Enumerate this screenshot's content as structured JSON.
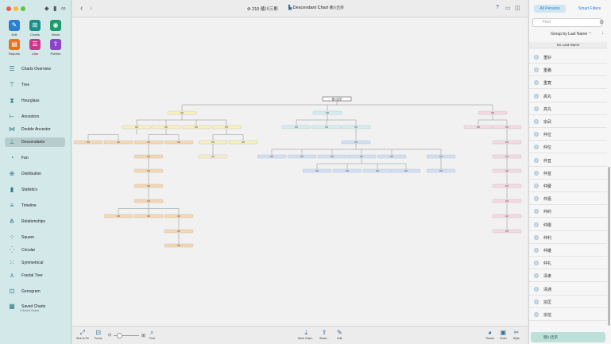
{
  "sidebar": {
    "tools": [
      {
        "label": "Edit",
        "icon": "pencil-icon",
        "color": "#2a7fd0"
      },
      {
        "label": "Charts",
        "icon": "charts-icon",
        "color": "#1d8f8a"
      },
      {
        "label": "Views",
        "icon": "views-icon",
        "color": "#1d9a6e"
      },
      {
        "label": "Reports",
        "icon": "reports-icon",
        "color": "#e6741e"
      },
      {
        "label": "Lists",
        "icon": "lists-icon",
        "color": "#c13d8b"
      },
      {
        "label": "Publish",
        "icon": "publish-icon",
        "color": "#8a45c9"
      }
    ],
    "nav": [
      {
        "label": "Charts Overview",
        "icon": "list-icon"
      },
      {
        "label": "Tree",
        "icon": "tree-icon"
      },
      {
        "label": "Hourglass",
        "icon": "hourglass-icon"
      },
      {
        "label": "Ancestors",
        "icon": "ancestors-icon"
      },
      {
        "label": "Double Ancestor",
        "icon": "double-ancestor-icon"
      },
      {
        "label": "Descendants",
        "icon": "descendants-icon"
      },
      {
        "label": "Fan",
        "icon": "fan-icon"
      },
      {
        "label": "Distribution",
        "icon": "distribution-icon"
      },
      {
        "label": "Statistics",
        "icon": "statistics-icon"
      },
      {
        "label": "Timeline",
        "icon": "timeline-icon"
      },
      {
        "label": "Relationships",
        "icon": "relationships-icon"
      },
      {
        "label": "Square",
        "icon": "square-icon"
      },
      {
        "label": "Circular",
        "icon": "circular-icon"
      },
      {
        "label": "Symmetrical",
        "icon": "symmetrical-icon"
      },
      {
        "label": "Fractal Tree",
        "icon": "fractal-tree-icon"
      },
      {
        "label": "Genogram",
        "icon": "genogram-icon"
      },
      {
        "label": "Saved Charts",
        "icon": "saved-charts-icon"
      }
    ],
    "saved_sub": "0 Saved Charts"
  },
  "titlebar": {
    "count_title": "210 徳川三郎",
    "chart_title": "Descendant Chart",
    "chart_person": "徳川吉宗"
  },
  "chart": {
    "root": "徳川吉宗",
    "colors": {
      "line": "#8a8a8a",
      "box_root": "#ffffff",
      "box_orange": "#f7d7b0",
      "box_yellow": "#f9f0bc",
      "box_green": "#d7f2d2",
      "box_teal": "#d2eef0",
      "box_blue": "#cfe0f7",
      "box_purple": "#e9dbf5",
      "box_pink": "#f7d9e4"
    }
  },
  "bottombar": {
    "buttons": [
      {
        "label": "Size to Fit",
        "icon": "size-to-fit-icon"
      },
      {
        "label": "Focus",
        "icon": "focus-icon"
      },
      {
        "label": "Find",
        "icon": "find-icon"
      },
      {
        "label": "Save Chart...",
        "icon": "save-chart-icon"
      },
      {
        "label": "Share...",
        "icon": "share-icon"
      },
      {
        "label": "Edit",
        "icon": "edit-icon"
      },
      {
        "label": "Theme",
        "icon": "theme-icon"
      },
      {
        "label": "Chart",
        "icon": "chart-icon"
      },
      {
        "label": "Style",
        "icon": "style-icon"
      }
    ]
  },
  "rightpanel": {
    "tabs": [
      "All Persons",
      "Smart Filters"
    ],
    "find_placeholder": "Find",
    "group_by": "Group by Last Name",
    "section": "No Last Name",
    "persons": [
      "重好",
      "重義",
      "重寛",
      "高丸",
      "高丸",
      "宗武",
      "仲位",
      "仲位",
      "仲亘",
      "仲亘",
      "仲慶",
      "仲嘉",
      "仲的",
      "仲剛",
      "仲利",
      "仲雄",
      "仲礼",
      "清孝",
      "清通",
      "宗匡",
      "宗信"
    ],
    "footer": "徳川吉宗"
  }
}
